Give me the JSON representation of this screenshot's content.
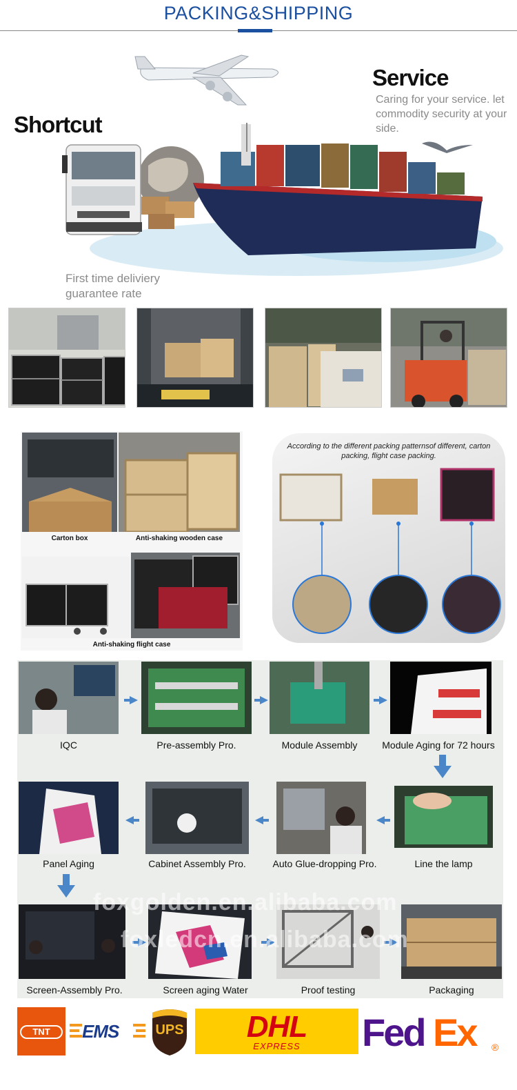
{
  "header": {
    "title": "PACKING&SHIPPING"
  },
  "hero": {
    "shortcut": "Shortcut",
    "service_title": "Service",
    "service_subtitle": "Caring for your service. let commodity security at your side.",
    "first_time": "First time deliviery guarantee rate"
  },
  "packing": {
    "carton_box": "Carton box",
    "wooden_case": "Anti-shaking wooden case",
    "flight_case": "Anti-shaking flight case",
    "patterns_text": "According to the different packing patternsof different, carton packing, flight case packing."
  },
  "process": {
    "steps": [
      "IQC",
      "Pre-assembly Pro.",
      "Module Assembly",
      "Module Aging for 72 hours",
      "Line the lamp",
      "Auto Glue-dropping Pro.",
      "Cabinet Assembly Pro.",
      "Panel Aging",
      "Screen-Assembly Pro.",
      "Screen aging Water",
      "Proof testing",
      "Packaging"
    ],
    "watermark_1": "foxgolden.en.alibaba.com",
    "watermark_2": "foxledcn.en.alibaba.com"
  },
  "couriers": {
    "tnt": "TNT",
    "ems": "EMS",
    "ups": "UPS",
    "dhl": "DHL",
    "dhl_sub": "EXPRESS",
    "fedex_fe": "Fed",
    "fedex_ex": "Ex",
    "fedex_reg": "®"
  },
  "colors": {
    "brand_blue": "#1b4fa0",
    "arrow_blue": "#4a86c8",
    "dhl_yellow": "#ffcc00",
    "dhl_red": "#d40511",
    "fedex_purple": "#4d148c",
    "fedex_orange": "#ff6600",
    "tnt_orange": "#e8560e"
  }
}
